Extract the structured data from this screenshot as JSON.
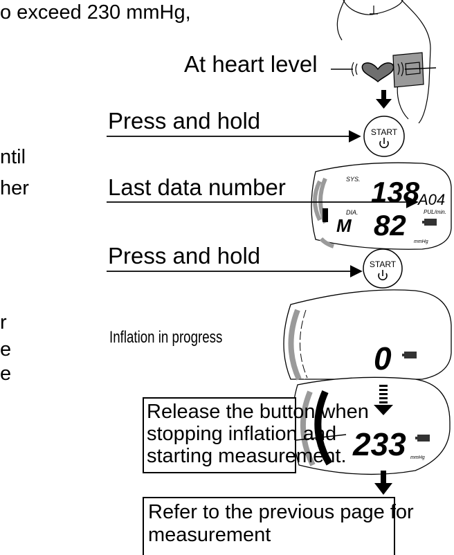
{
  "left_fragments": {
    "top_line": "o exceed 230 mmHg,",
    "until": "ntil",
    "other": "her",
    "r": "r",
    "e1": "e",
    "e2": "e"
  },
  "labels": {
    "heart_level": "At heart level",
    "press_hold_1": "Press and hold",
    "last_data": "Last data number",
    "press_hold_2": "Press and hold",
    "inflation": "Inflation in progress"
  },
  "start_button": {
    "label": "START",
    "icon": "power-icon"
  },
  "display_memory": {
    "sys_label": "SYS.",
    "sys_value": "138",
    "memory_no": "A04",
    "pul_label": "PUL/min.",
    "dia_label": "DIA.",
    "dia_value": "82",
    "unit": "mmHg",
    "m_mark": "M"
  },
  "display_inflation": {
    "value": "0"
  },
  "display_release": {
    "value": "233",
    "unit": "mmHg"
  },
  "callouts": {
    "release": [
      "Release the button when",
      "stopping inflation and",
      "starting measurement."
    ],
    "refer": [
      "Refer to the previous page for",
      "measurement"
    ]
  },
  "colors": {
    "gray_bar": "#9a9a9a",
    "battery": "#333333"
  }
}
